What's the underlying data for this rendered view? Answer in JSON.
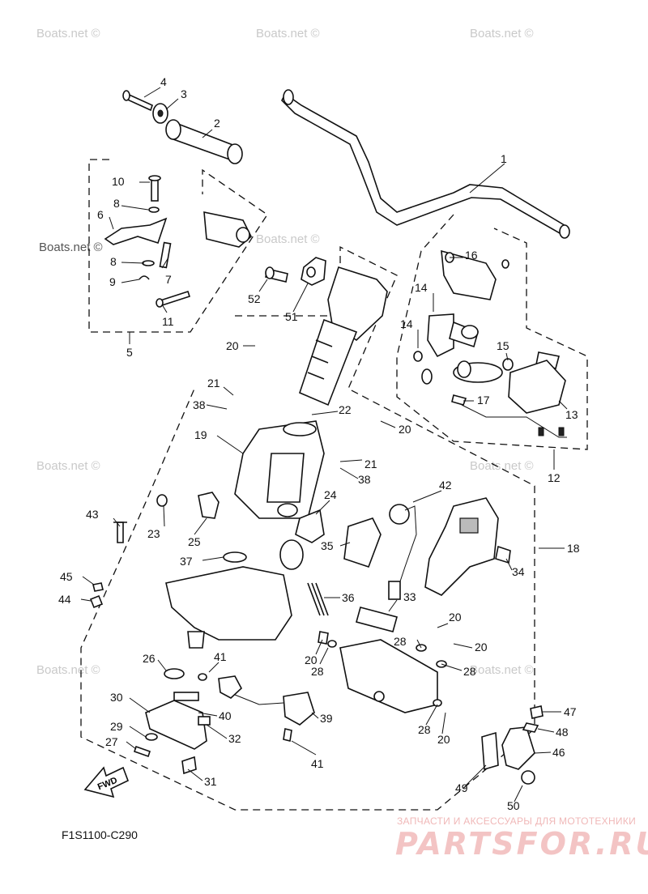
{
  "watermarks": [
    "Boats.net ©",
    "Boats.net ©",
    "Boats.net ©",
    "Boats.net ©",
    "Boats.net ©",
    "Boats.net ©",
    "Boats.net ©",
    "Boats.net ©",
    "Boats.net ©"
  ],
  "drawing_code": "F1S1100-C290",
  "fwd_label": "FWD",
  "footer": {
    "tagline": "ЗАПЧАСТИ И АКСЕССУАРЫ ДЛЯ МОТОТЕХНИКИ",
    "logo": "PARTSFOR.RU"
  },
  "callouts": [
    "1",
    "2",
    "3",
    "4",
    "5",
    "6",
    "7",
    "8",
    "8",
    "9",
    "10",
    "11",
    "12",
    "13",
    "14",
    "14",
    "15",
    "16",
    "17",
    "18",
    "19",
    "20",
    "20",
    "20",
    "20",
    "20",
    "20",
    "21",
    "21",
    "22",
    "23",
    "24",
    "25",
    "26",
    "27",
    "28",
    "28",
    "28",
    "28",
    "29",
    "30",
    "31",
    "32",
    "33",
    "34",
    "35",
    "36",
    "37",
    "38",
    "38",
    "39",
    "40",
    "41",
    "41",
    "42",
    "43",
    "44",
    "45",
    "46",
    "47",
    "48",
    "49",
    "50",
    "51",
    "52"
  ]
}
